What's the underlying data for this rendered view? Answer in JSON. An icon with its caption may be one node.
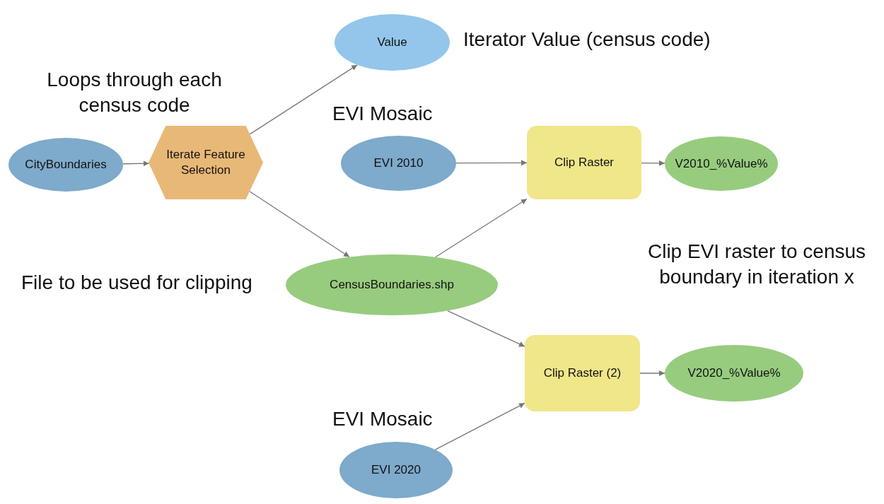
{
  "diagram": {
    "nodes": [
      {
        "text": [
          "Value"
        ],
        "beside": [
          "Iterator Value (census code)"
        ]
      },
      {
        "text": [
          "CityBoundaries"
        ]
      },
      {
        "text": [
          "Iterate Feature Selection"
        ],
        "beside": [
          "Loops through each census code"
        ]
      },
      {
        "text": [
          "EVI 2010"
        ],
        "beside": [
          "EVI Mosaic"
        ]
      },
      {
        "text": [
          "Clip Raster"
        ]
      },
      {
        "text": [
          "V2010_%Value%"
        ]
      },
      {
        "text": [
          "CensusBoundaries.shp"
        ],
        "beside": [
          "File to be used for clipping"
        ]
      },
      {
        "text": [
          "Clip Raster (2)"
        ]
      },
      {
        "text": [
          "V2020_%Value%"
        ]
      },
      {
        "text": [
          "EVI 2020"
        ],
        "beside": [
          "EVI Mosaic"
        ]
      }
    ],
    "edges": [
      {
        "from": 1,
        "to": 2,
        "arrow": "to"
      },
      {
        "from": 2,
        "to": 0,
        "arrow": "to"
      },
      {
        "from": 2,
        "to": 6,
        "arrow": "to"
      },
      {
        "from": 3,
        "to": 4,
        "arrow": "to"
      },
      {
        "from": 6,
        "to": 4,
        "arrow": "to"
      },
      {
        "from": 4,
        "to": 5,
        "arrow": "to"
      },
      {
        "from": 6,
        "to": 7,
        "arrow": "to"
      },
      {
        "from": 9,
        "to": 7,
        "arrow": "to"
      },
      {
        "from": 7,
        "to": 8,
        "arrow": "to"
      }
    ],
    "labels": [
      "Clip EVI raster to census boundary in iteration x"
    ]
  }
}
